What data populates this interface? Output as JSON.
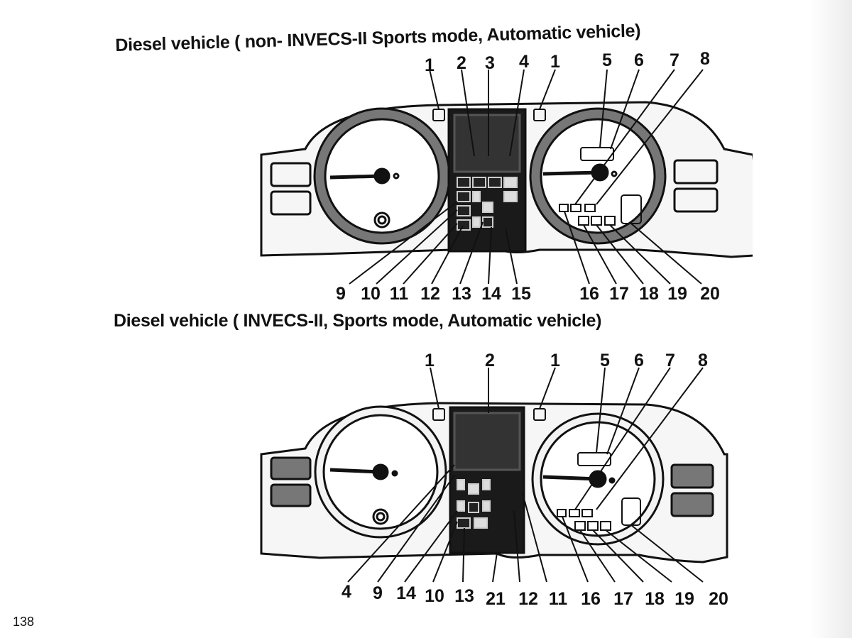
{
  "titles": {
    "non_invecs": "Diesel vehicle ( non- INVECS-II Sports mode, Automatic vehicle)",
    "invecs": "Diesel vehicle ( INVECS-II, Sports mode, Automatic vehicle)"
  },
  "panel1": {
    "top_labels": [
      "1",
      "2",
      "3",
      "4",
      "1",
      "5",
      "6",
      "7",
      "8"
    ],
    "bottom_labels": [
      "9",
      "10",
      "11",
      "12",
      "13",
      "14",
      "15",
      "16",
      "17",
      "18",
      "19",
      "20"
    ]
  },
  "panel2": {
    "top_labels": [
      "1",
      "2",
      "1",
      "5",
      "6",
      "7",
      "8"
    ],
    "bottom_labels": [
      "4",
      "9",
      "14",
      "10",
      "13",
      "21",
      "12",
      "11",
      "16",
      "17",
      "18",
      "19",
      "20"
    ]
  },
  "page_number": "138"
}
